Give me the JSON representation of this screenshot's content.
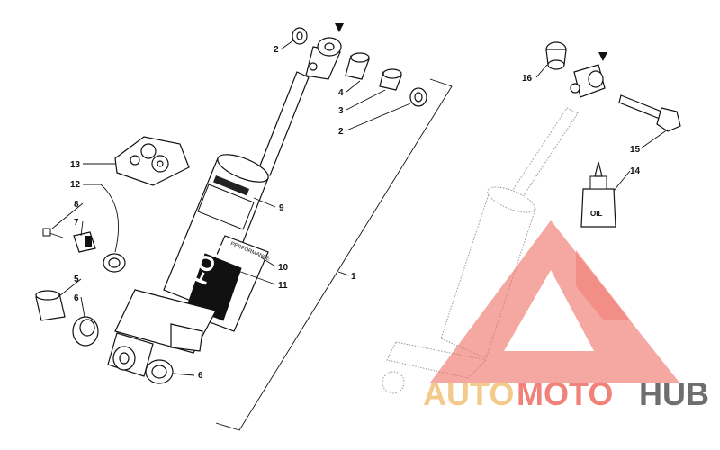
{
  "diagram": {
    "callouts": [
      {
        "id": "c2a",
        "text": "2"
      },
      {
        "id": "c4",
        "text": "4"
      },
      {
        "id": "c3",
        "text": "3"
      },
      {
        "id": "c2b",
        "text": "2"
      },
      {
        "id": "c13",
        "text": "13"
      },
      {
        "id": "c12",
        "text": "12"
      },
      {
        "id": "c8",
        "text": "8"
      },
      {
        "id": "c7",
        "text": "7"
      },
      {
        "id": "c9",
        "text": "9"
      },
      {
        "id": "c10",
        "text": "10"
      },
      {
        "id": "c11",
        "text": "11"
      },
      {
        "id": "c1",
        "text": "1"
      },
      {
        "id": "c5",
        "text": "5"
      },
      {
        "id": "c6a",
        "text": "6"
      },
      {
        "id": "c6b",
        "text": "6"
      },
      {
        "id": "c16",
        "text": "16"
      },
      {
        "id": "c15",
        "text": "15"
      },
      {
        "id": "c14",
        "text": "14"
      }
    ],
    "oil_label": "OIL",
    "shock_logo": "FOX",
    "shock_sticker": "PERFORMANCE"
  },
  "watermark": {
    "part1": "AUTO",
    "part2": "MOTO",
    "part3": "HUB",
    "colors": {
      "auto": "#f2c078",
      "moto": "#ee6d63",
      "hub": "#555555",
      "triangle": "#ee6d63"
    }
  }
}
